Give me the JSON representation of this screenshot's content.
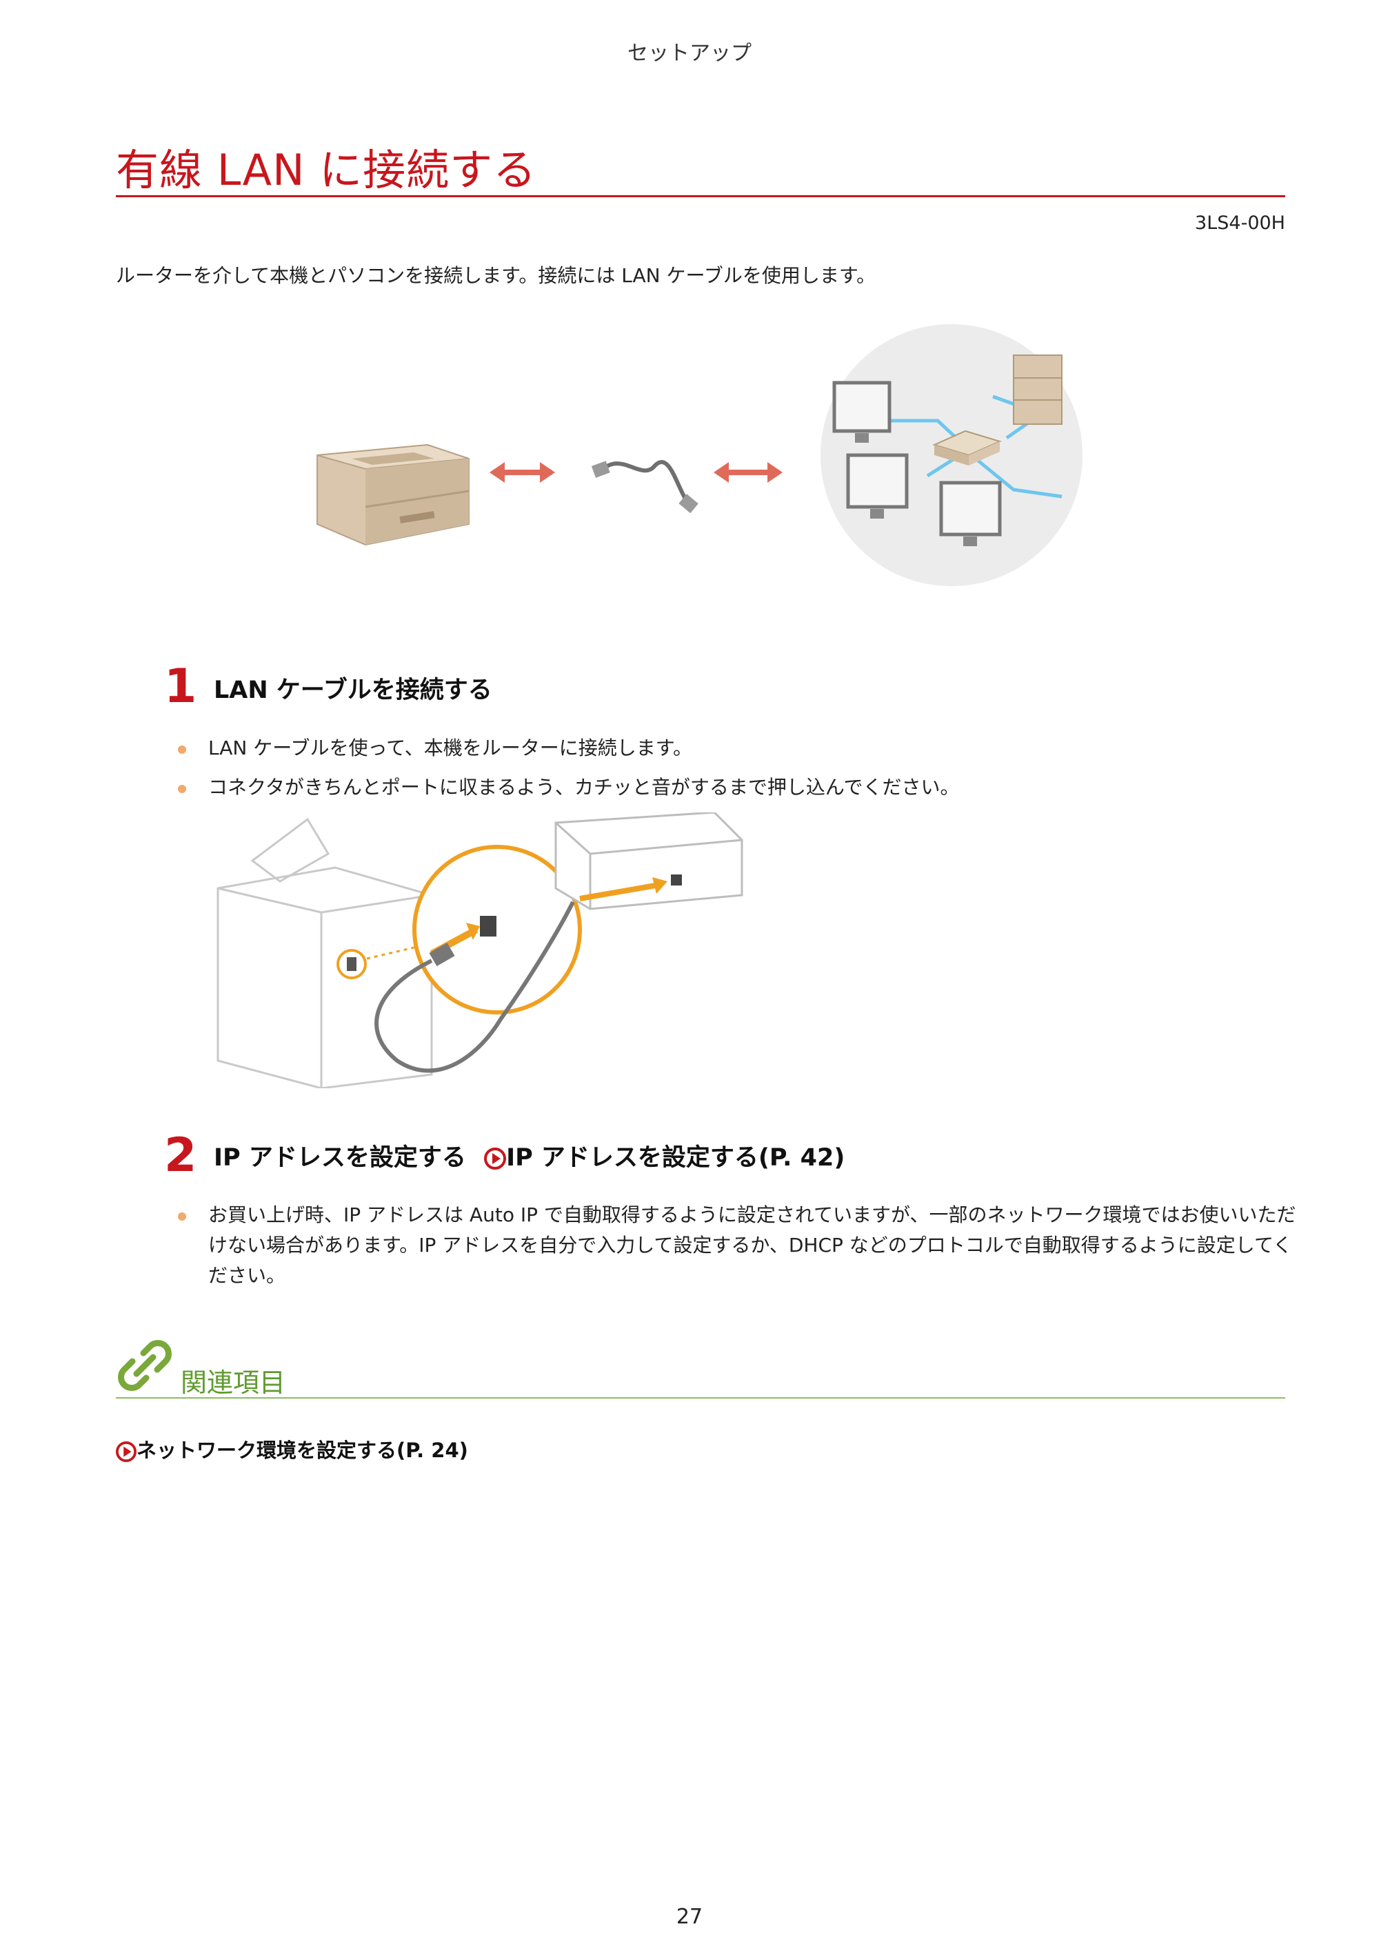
{
  "header": {
    "section": "セットアップ"
  },
  "title": "有線 LAN に接続する",
  "doc_id": "3LS4-00H",
  "intro": "ルーターを介して本機とパソコンを接続します。接続には LAN ケーブルを使用します。",
  "steps": [
    {
      "number": "1",
      "title": "LAN ケーブルを接続する",
      "bullets": [
        "LAN ケーブルを使って、本機をルーターに接続します。",
        "コネクタがきちんとポートに収まるよう、カチッと音がするまで押し込んでください。"
      ]
    },
    {
      "number": "2",
      "title": "IP アドレスを設定する",
      "link": "IP アドレスを設定する(P. 42)",
      "bullets": [
        "お買い上げ時、IP アドレスは Auto IP で自動取得するように設定されていますが、一部のネットワーク環境ではお使いいただけない場合があります。IP アドレスを自分で入力して設定するか、DHCP などのプロトコルで自動取得するように設定してください。"
      ]
    }
  ],
  "related": {
    "heading": "関連項目",
    "links": [
      "ネットワーク環境を設定する(P. 24)"
    ]
  },
  "page_number": "27",
  "colors": {
    "accent_red": "#c8161d",
    "bullet_orange": "#f2a96b",
    "related_green": "#5f9b2e",
    "lan_blue": "#6ec6ee"
  }
}
